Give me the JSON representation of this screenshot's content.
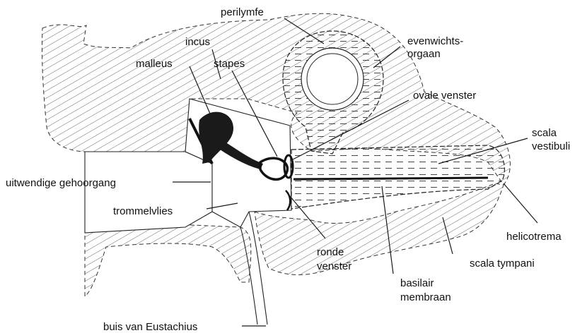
{
  "labels": {
    "perilymfe": "perilymfe",
    "evenwicht_1": "evenwichts-",
    "evenwicht_2": "orgaan",
    "incus": "incus",
    "malleus": "malleus",
    "stapes": "stapes",
    "ovale_venster": "ovale venster",
    "scala_vestibuli_1": "scala",
    "scala_vestibuli_2": "vestibuli",
    "gehoorgang": "uitwendige gehoorgang",
    "trommelvlies": "trommelvlies",
    "helicotrema": "helicotrema",
    "ronde_1": "ronde",
    "ronde_2": "venster",
    "scala_tympani": "scala tympani",
    "basilair_1": "basilair",
    "basilair_2": "membraan",
    "eustachius": "buis van Eustachius"
  },
  "colors": {
    "ink": "#111111",
    "bone_hatch": "#555555",
    "paper": "#ffffff"
  }
}
